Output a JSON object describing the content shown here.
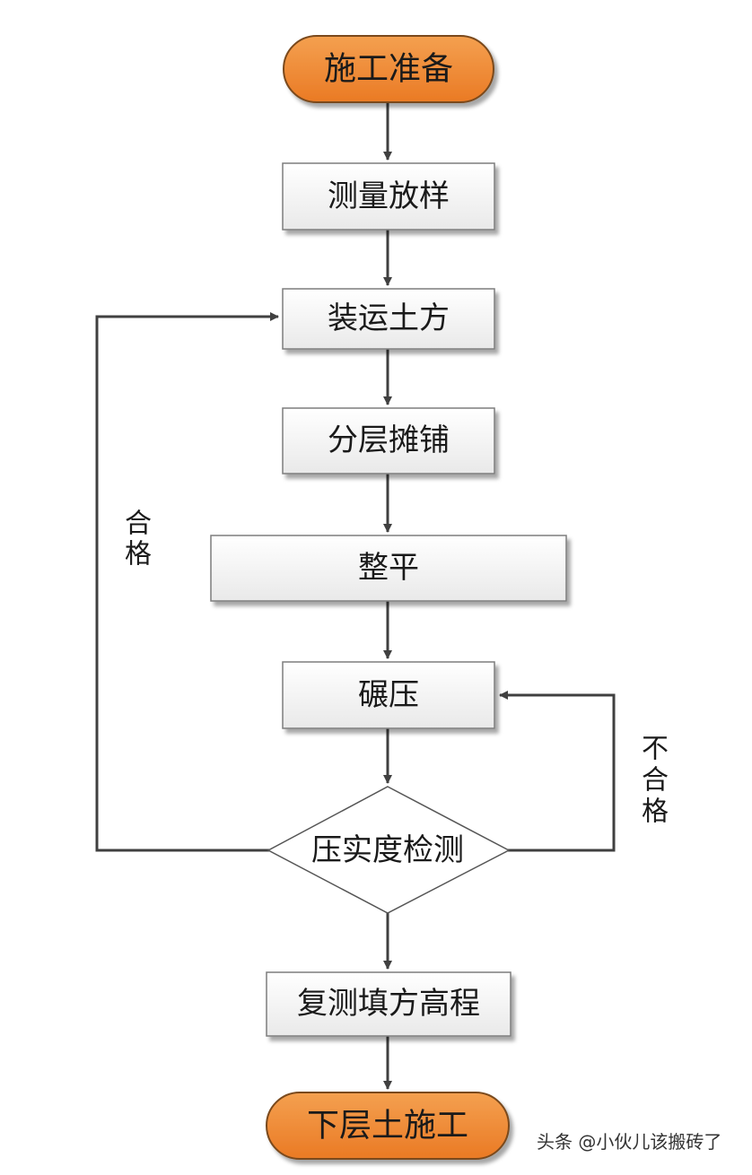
{
  "steps": {
    "start": "施工准备",
    "survey": "测量放样",
    "load": "装运土方",
    "spread": "分层摊铺",
    "level": "整平",
    "compact": "碾压",
    "check": "压实度检测",
    "resurvey": "复测填方高程",
    "end": "下层土施工"
  },
  "labels": {
    "pass_char1": "合",
    "pass_char2": "格",
    "fail_char1": "不",
    "fail_char2": "合",
    "fail_char3": "格"
  },
  "watermark": "头条 @小伙儿该搬砖了",
  "colors": {
    "terminal_fill": "#f08a33",
    "terminal_stroke": "#7a4a1e",
    "box_fill": "#f3f3f3",
    "box_stroke": "#7d7d7d",
    "connector": "#404040",
    "text": "#1a1a1a"
  }
}
